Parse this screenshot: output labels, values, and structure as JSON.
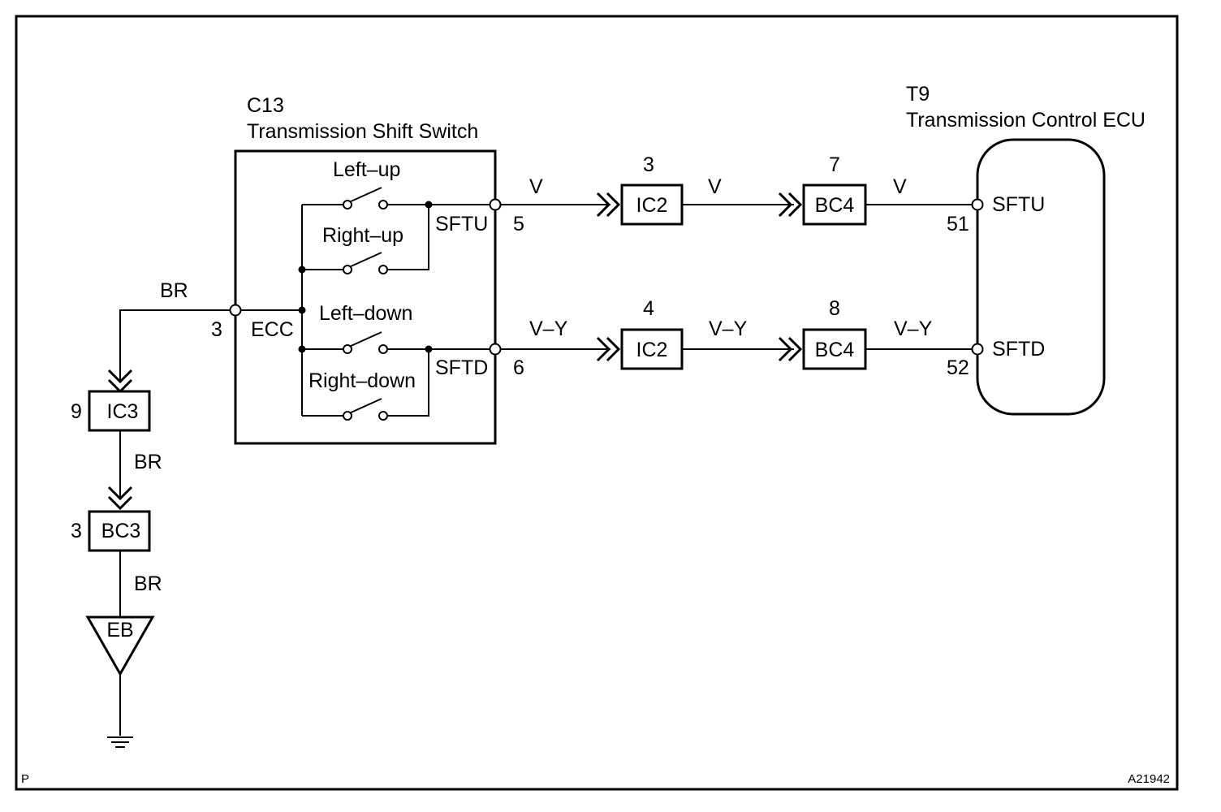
{
  "switch": {
    "code": "C13",
    "name": "Transmission Shift Switch",
    "contacts": {
      "left_up": "Left–up",
      "right_up": "Right–up",
      "left_down": "Left–down",
      "right_down": "Right–down"
    },
    "terminals": {
      "sftu": "SFTU",
      "sftd": "SFTD",
      "ecc": "ECC",
      "sftu_pin": "5",
      "sftd_pin": "6",
      "ecc_pin": "3"
    }
  },
  "ecu": {
    "code": "T9",
    "name": "Transmission Control ECU",
    "terminals": {
      "sftu": "SFTU",
      "sftd": "SFTD",
      "sftu_pin": "51",
      "sftd_pin": "52"
    }
  },
  "wires": {
    "upper": [
      "V",
      "V",
      "V"
    ],
    "lower": [
      "V–Y",
      "V–Y",
      "V–Y"
    ],
    "ground": [
      "BR",
      "BR",
      "BR"
    ]
  },
  "connectors": {
    "upper_ic2": {
      "name": "IC2",
      "pin": "3"
    },
    "upper_bc4": {
      "name": "BC4",
      "pin": "7"
    },
    "lower_ic2": {
      "name": "IC2",
      "pin": "4"
    },
    "lower_bc4": {
      "name": "BC4",
      "pin": "8"
    },
    "ic3": {
      "name": "IC3",
      "pin": "9"
    },
    "bc3": {
      "name": "BC3",
      "pin": "3"
    }
  },
  "ground_point": "EB",
  "footer": {
    "left_mark": "P",
    "figure_id": "A21942"
  }
}
